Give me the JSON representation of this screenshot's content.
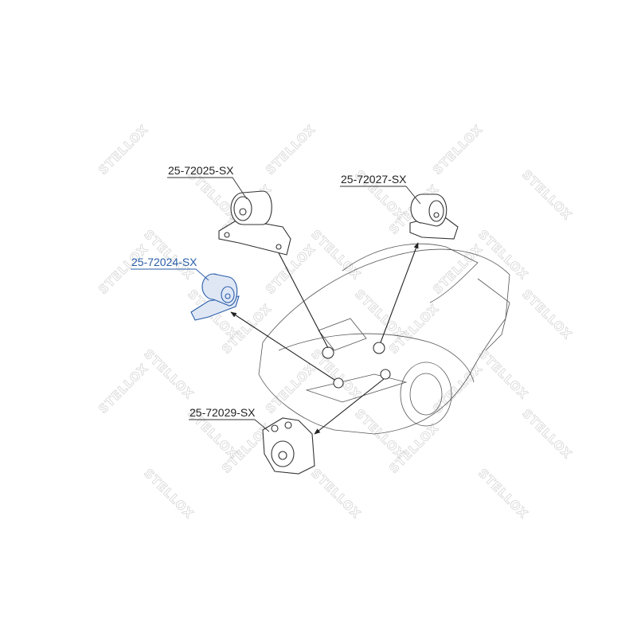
{
  "watermark": {
    "text": "STELLOX"
  },
  "parts": [
    {
      "id": "mount-rear",
      "label": "25-72025-SX",
      "highlighted": false
    },
    {
      "id": "mount-right",
      "label": "25-72027-SX",
      "highlighted": false
    },
    {
      "id": "mount-left",
      "label": "25-72024-SX",
      "highlighted": true
    },
    {
      "id": "mount-front",
      "label": "25-72029-SX",
      "highlighted": false
    }
  ],
  "colors": {
    "highlight": "#2a5ea8",
    "line": "#333333",
    "watermark": "#d6d6d6"
  }
}
